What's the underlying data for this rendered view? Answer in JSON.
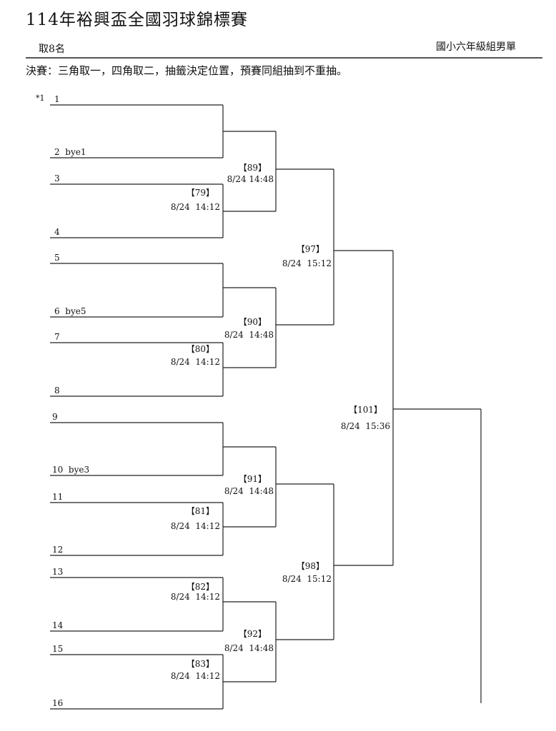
{
  "header": {
    "title": "114年裕興盃全國羽球錦標賽",
    "quota": "取8名",
    "division": "國小六年級組男單",
    "notice": "決賽：三角取一，四角取二，抽籤決定位置，預賽同組抽到不重抽。"
  },
  "bracket": {
    "seed_mark": "*1",
    "entries": [
      {
        "slot": "1",
        "label": "1"
      },
      {
        "slot": "2",
        "label": "2  bye1"
      },
      {
        "slot": "3",
        "label": "3"
      },
      {
        "slot": "4",
        "label": "4"
      },
      {
        "slot": "5",
        "label": "5"
      },
      {
        "slot": "6",
        "label": "6  bye5"
      },
      {
        "slot": "7",
        "label": "7"
      },
      {
        "slot": "8",
        "label": "8"
      },
      {
        "slot": "9",
        "label": "9"
      },
      {
        "slot": "10",
        "label": "10  bye3"
      },
      {
        "slot": "11",
        "label": "11"
      },
      {
        "slot": "12",
        "label": "12"
      },
      {
        "slot": "13",
        "label": "13"
      },
      {
        "slot": "14",
        "label": "14"
      },
      {
        "slot": "15",
        "label": "15"
      },
      {
        "slot": "16",
        "label": "16"
      }
    ],
    "matches": [
      {
        "code": "【79】",
        "time": "8/24  14:12"
      },
      {
        "code": "【80】",
        "time": "8/24  14:12"
      },
      {
        "code": "【81】",
        "time": "8/24  14:12"
      },
      {
        "code": "【82】",
        "time": "8/24  14:12"
      },
      {
        "code": "【83】",
        "time": "8/24  14:12"
      },
      {
        "code": "【89】",
        "time": "8/24 14:48"
      },
      {
        "code": "【90】",
        "time": "8/24  14:48"
      },
      {
        "code": "【91】",
        "time": "8/24  14:48"
      },
      {
        "code": "【92】",
        "time": "8/24  14:48"
      },
      {
        "code": "【97】",
        "time": "8/24  15:12"
      },
      {
        "code": "【98】",
        "time": "8/24  15:12"
      },
      {
        "code": "【101】",
        "time": "8/24  15:36"
      }
    ]
  }
}
